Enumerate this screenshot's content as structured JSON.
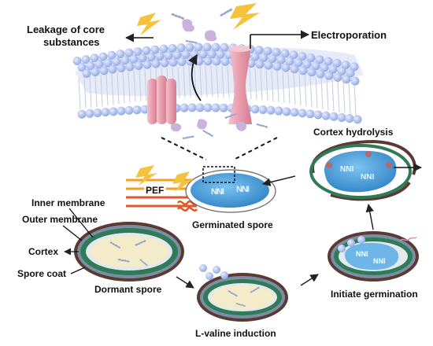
{
  "labels": {
    "leakage_line1": "Leakage of core",
    "leakage_line2": "substances",
    "electroporation": "Electroporation",
    "cortex_hydrolysis": "Cortex hydrolysis",
    "pef": "PEF",
    "germinated_spore": "Germinated spore",
    "inner_membrane": "Inner membrane",
    "outer_membrane": "Outer membrane",
    "cortex": "Cortex",
    "spore_coat": "Spore coat",
    "dormant_spore": "Dormant spore",
    "l_valine_induction": "L-valine induction",
    "initiate_germination": "Initiate germination"
  },
  "colors": {
    "lipid_head": "#a9b9ea",
    "lipid_tail": "#c9d0dd",
    "channel_pink": "#e9a7b6",
    "spore_coat": "#5a3a33",
    "cortex_green": "#2f7a57",
    "outer_ring": "#7a8fa3",
    "core_beige": "#f4ecc8",
    "germinated_blue": "#3f9ad6",
    "bolt_yellow": "#f5c23c",
    "arrow_gray": "#333333"
  },
  "icons": [
    "lightning-bolt-icon",
    "dna-helix-icon",
    "ion-channel-icon",
    "pore-icon",
    "valine-molecule-icon"
  ]
}
